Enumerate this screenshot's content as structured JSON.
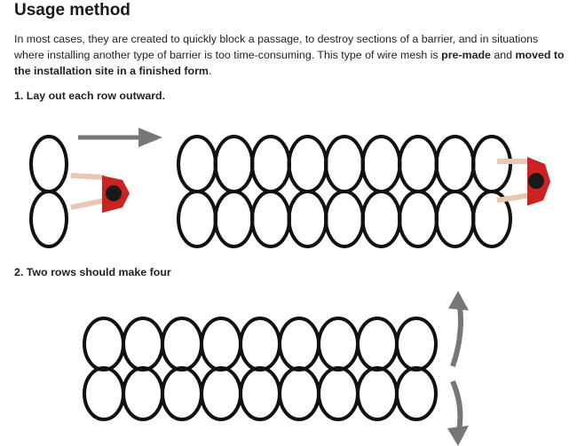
{
  "heading": "Usage method",
  "intro": {
    "part1": "In most cases, they are created to quickly block a passage, to destroy sections of a barrier, and in situations where installing another type of barrier is too time-consuming. This type of wire mesh is ",
    "bold1": "pre-made",
    "part2": " and ",
    "bold2": "moved to the installation site in a finished form",
    "part3": "."
  },
  "steps": [
    {
      "label": "1. Lay out each row outward."
    },
    {
      "label": "2. Two rows should make four"
    }
  ],
  "figure1": {
    "left_stack_coils": 2,
    "main_coils_per_row": 9,
    "rows": 2,
    "worker_color": "#cc2222",
    "arrow_color": "#777777"
  },
  "figure2": {
    "coils_per_row": 9,
    "rows": 2,
    "arrow_color": "#777777"
  },
  "colors": {
    "coil": "#111111",
    "text": "#222222",
    "heading": "#1a1a1a"
  }
}
